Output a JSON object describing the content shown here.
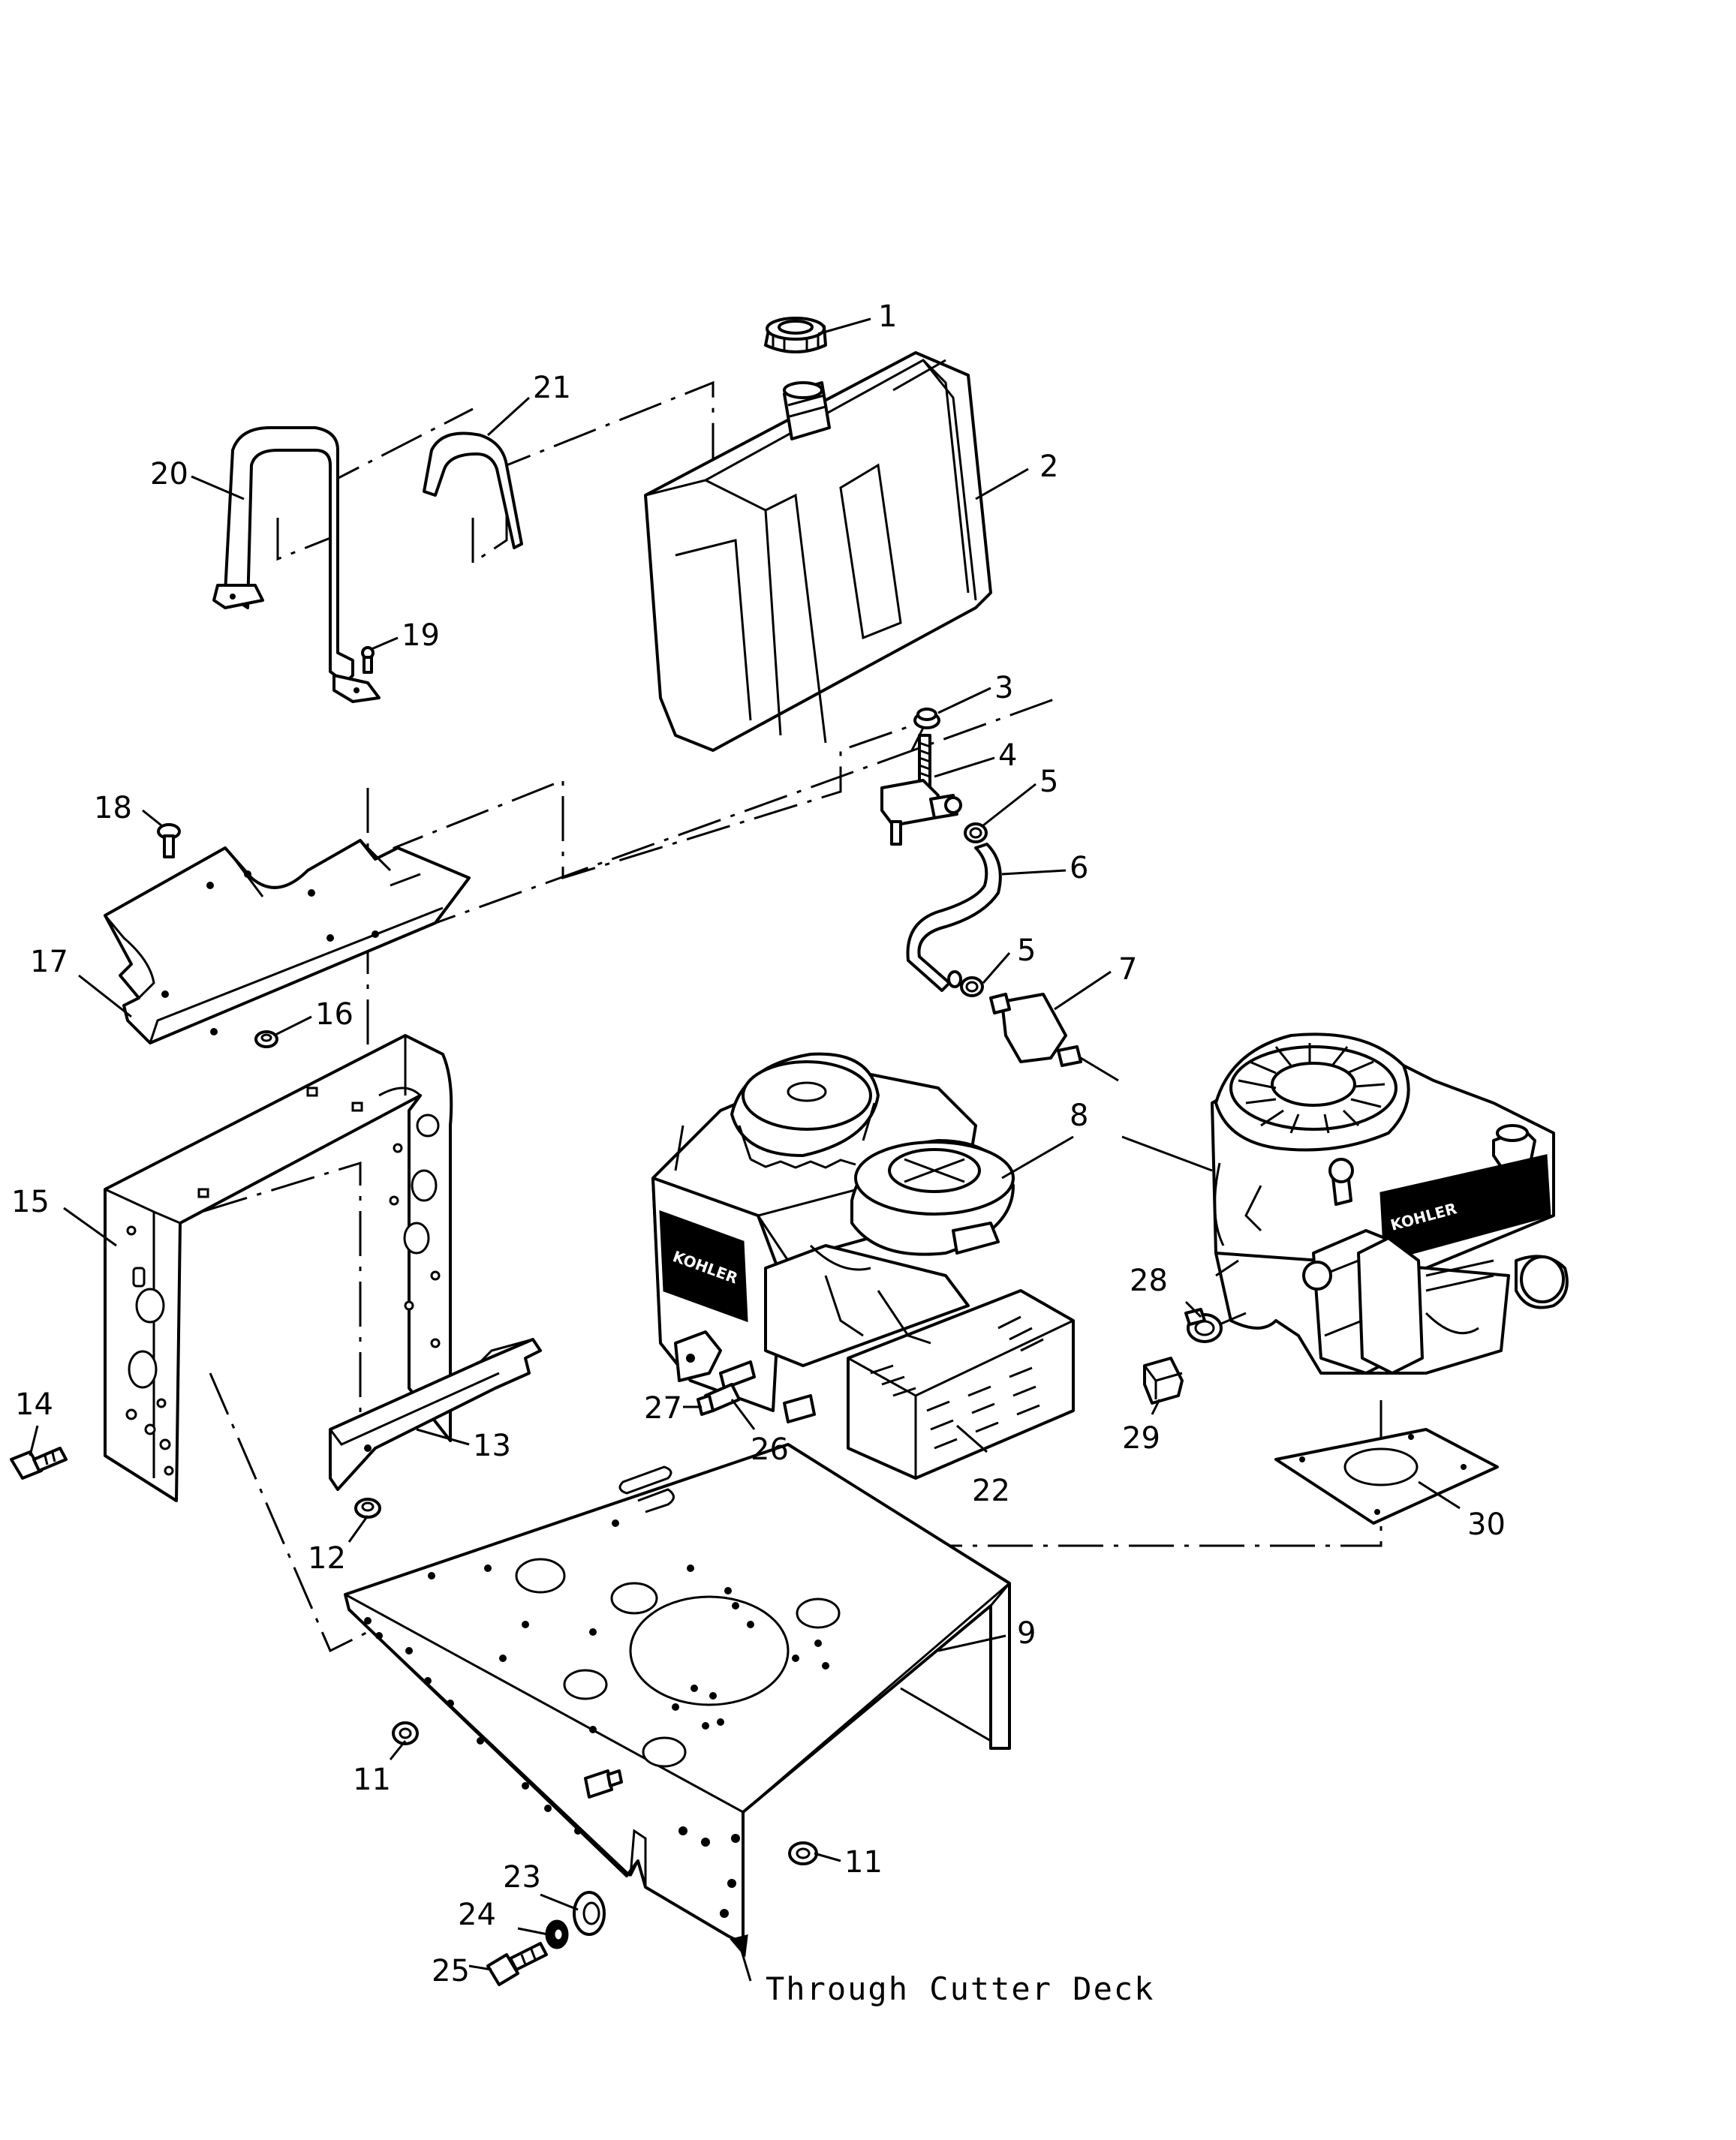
{
  "callouts": {
    "c1": "1",
    "c2": "2",
    "c3": "3",
    "c4": "4",
    "c5a": "5",
    "c5b": "5",
    "c6": "6",
    "c7": "7",
    "c8": "8",
    "c9": "9",
    "c11a": "11",
    "c11b": "11",
    "c12": "12",
    "c13": "13",
    "c14": "14",
    "c15": "15",
    "c16": "16",
    "c17": "17",
    "c18": "18",
    "c19": "19",
    "c20": "20",
    "c21": "21",
    "c22": "22",
    "c23": "23",
    "c24": "24",
    "c25": "25",
    "c26": "26",
    "c27": "27",
    "c28": "28",
    "c29": "29",
    "c30": "30"
  },
  "note": "Through Cutter Deck",
  "engine_labels": {
    "engine_a": "KOHLER",
    "engine_b": "KOHLER"
  }
}
